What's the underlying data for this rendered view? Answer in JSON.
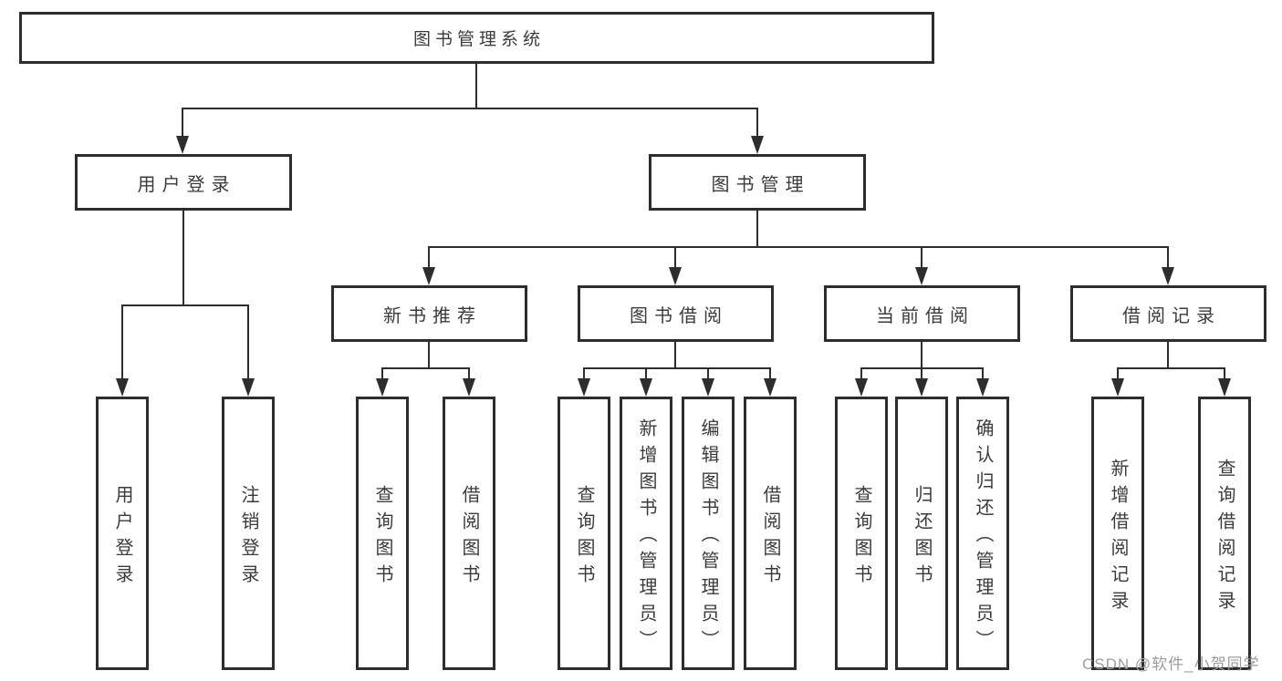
{
  "nodes": {
    "root": {
      "label": "图书管理系统"
    },
    "user_login": {
      "label": "用户登录"
    },
    "book_management": {
      "label": "图书管理"
    },
    "leaf_user_login": {
      "label": "用户登录"
    },
    "leaf_logout": {
      "label": "注销登录"
    },
    "new_book_recommend": {
      "label": "新书推荐"
    },
    "book_borrow": {
      "label": "图书借阅"
    },
    "current_borrow": {
      "label": "当前借阅"
    },
    "borrow_records": {
      "label": "借阅记录"
    },
    "nb_query_books": {
      "label": "查询图书"
    },
    "nb_borrow_books": {
      "label": "借阅图书"
    },
    "bb_query_books": {
      "label": "查询图书"
    },
    "bb_add_books_admin": {
      "label": "新增图书（管理员）"
    },
    "bb_edit_books_admin": {
      "label": "编辑图书（管理员）"
    },
    "bb_borrow_books": {
      "label": "借阅图书"
    },
    "cb_query_books": {
      "label": "查询图书"
    },
    "cb_return_books": {
      "label": "归还图书"
    },
    "cb_confirm_return_admin": {
      "label": "确认归还（管理员）"
    },
    "br_add_record": {
      "label": "新增借阅记录"
    },
    "br_query_record": {
      "label": "查询借阅记录"
    }
  },
  "watermark": {
    "text": "CSDN @软件_小贺同学"
  },
  "colors": {
    "line": "#2d2d2d",
    "box_border": "#2d2d2d",
    "text": "#3b3b3b",
    "watermark": "#9c9c9c",
    "background": "#ffffff"
  }
}
